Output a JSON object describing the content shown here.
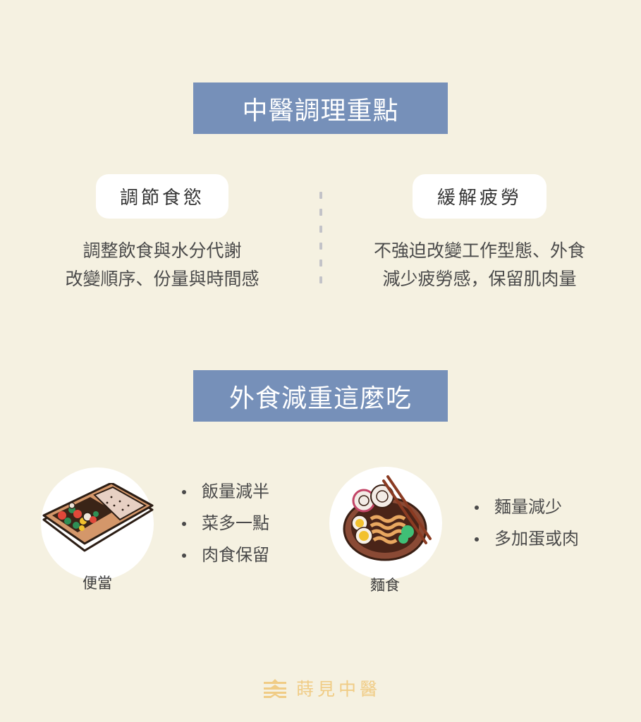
{
  "section1": {
    "title": "中醫調理重點",
    "left": {
      "heading": "調節食慾",
      "lines": [
        "調整飲食與水分代謝",
        "改變順序、份量與時間感"
      ]
    },
    "right": {
      "heading": "緩解疲勞",
      "lines": [
        "不強迫改變工作型態、外食",
        "減少疲勞感，保留肌肉量"
      ]
    }
  },
  "section2": {
    "title": "外食減重這麼吃",
    "foods": [
      {
        "label": "便當",
        "icon": "bento-box-icon",
        "tips": [
          "飯量減半",
          "菜多一點",
          "肉食保留"
        ]
      },
      {
        "label": "麵食",
        "icon": "noodle-bowl-icon",
        "tips": [
          "麵量減少",
          "多加蛋或肉"
        ]
      }
    ]
  },
  "brand": {
    "name": "蒔見中醫",
    "icon": "brand-logo-icon",
    "color": "#f0cc85"
  },
  "colors": {
    "background": "#f5f1e1",
    "title_bar": "#7690b9",
    "pill": "#ffffff",
    "text": "#4a4a4a",
    "divider": "#c3c3c8"
  }
}
